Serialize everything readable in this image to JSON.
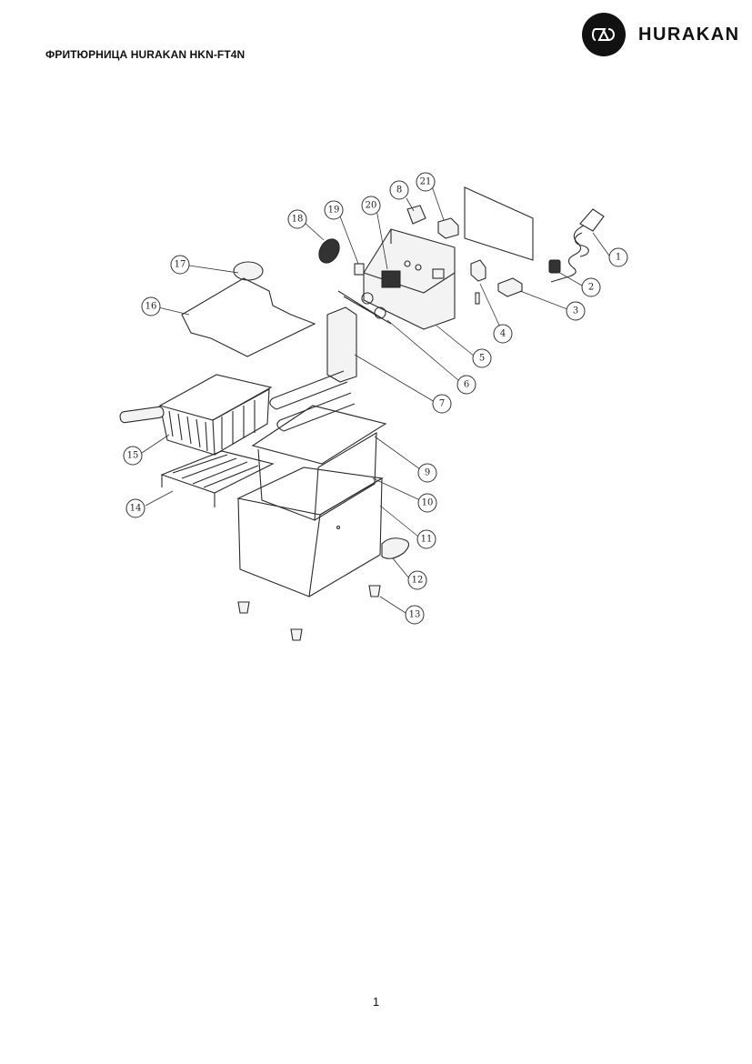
{
  "header": {
    "title": "ФРИТЮРНИЦА HURAKAN HKN-FT4N",
    "brand_name": "HURAKAN"
  },
  "diagram": {
    "callouts": [
      "1",
      "2",
      "3",
      "4",
      "5",
      "6",
      "7",
      "8",
      "9",
      "10",
      "11",
      "12",
      "13",
      "14",
      "15",
      "16",
      "17",
      "18",
      "19",
      "20",
      "21"
    ]
  },
  "footer": {
    "page_number": "1"
  }
}
